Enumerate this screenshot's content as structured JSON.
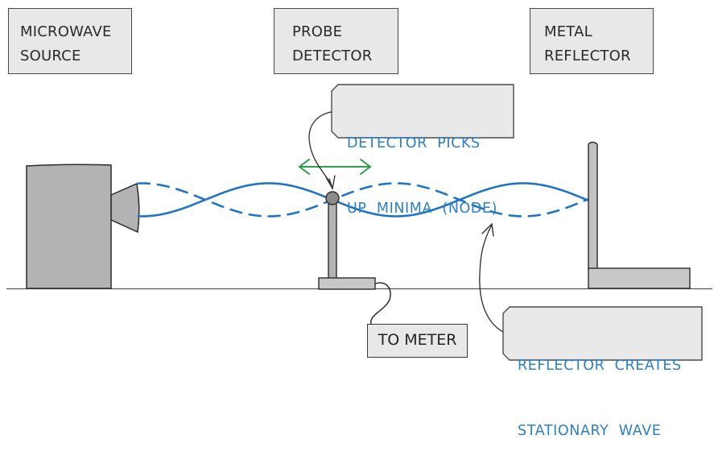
{
  "labels": {
    "microwave_source": [
      "MICROWAVE",
      "SOURCE"
    ],
    "probe_detector": [
      "PROBE",
      "DETECTOR"
    ],
    "metal_reflector": [
      "METAL",
      "REFLECTOR"
    ]
  },
  "callouts": {
    "detector_node": [
      "DETECTOR  PICKS",
      "UP  MINIMA  (NODE)"
    ],
    "reflector_wave": [
      "REFLECTOR  CREATES",
      "STATIONARY  WAVE"
    ]
  },
  "meter_label": "TO METER",
  "colors": {
    "wave": "#1f74c4",
    "callout_text": "#2a7fc6",
    "motion_arrow": "#2e9e4a",
    "equipment_fill": "#b3b3b3",
    "label_fill": "#e8e8e8"
  }
}
